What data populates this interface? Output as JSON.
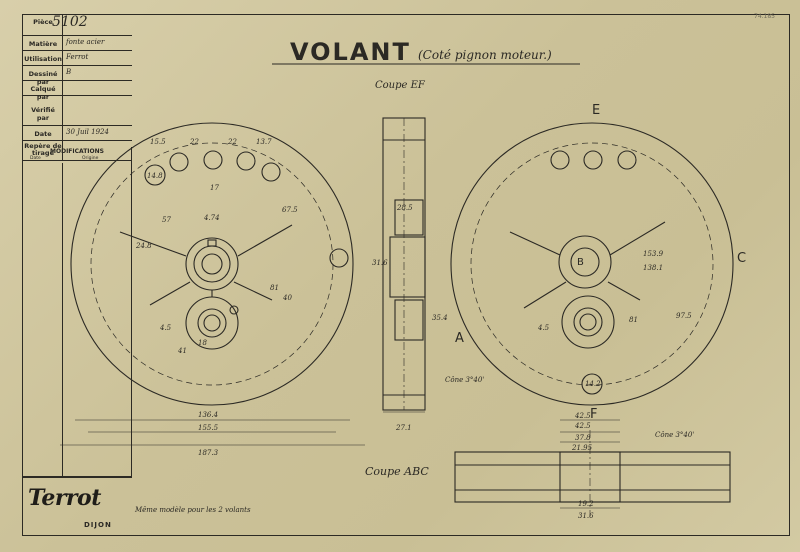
{
  "title_block": {
    "rows": [
      {
        "label": "Pièce",
        "value": ""
      },
      {
        "label": "Matière",
        "value": "fonte acier"
      },
      {
        "label": "Utilisation",
        "value": "Ferrot"
      },
      {
        "label": "Dessiné par",
        "value": "B"
      },
      {
        "label": "Calqué par",
        "value": ""
      },
      {
        "label": "Vérifié par",
        "value": ""
      },
      {
        "label": "Date",
        "value": "30 Juil 1924"
      },
      {
        "label": "Repère de tirage",
        "value": ""
      }
    ],
    "piece_number": "5102",
    "modifications_label": "MODIFICATIONS",
    "mod_date_label": "Date",
    "mod_origin_label": "Origine"
  },
  "logo": {
    "brand": "Terrot",
    "city": "DIJON"
  },
  "drawing": {
    "title": "VOLANT",
    "subtitle": "(Coté pignon moteur.)",
    "section_ef": "Coupe EF",
    "section_abc": "Coupe ABC",
    "note_bottom": "Même modèle pour les 2 volants",
    "corner_ref": "74.185",
    "letters": {
      "a": "A",
      "b": "B",
      "c": "C",
      "e": "E",
      "f": "F"
    },
    "left_dims": [
      "136.4",
      "155.5",
      "187.3",
      "15.5",
      "22",
      "22",
      "13.7",
      "17",
      "4.74",
      "57",
      "24.8",
      "81",
      "40",
      "67.5",
      "4.5",
      "41",
      "18",
      "14.8"
    ],
    "mid_dims": [
      "28.5",
      "27.1",
      "31.6",
      "35.4",
      "42.5",
      "Cône 3°40'"
    ],
    "right_dims": [
      "153.9",
      "138.1",
      "81",
      "97.5",
      "42.5",
      "37.8",
      "21.95",
      "19.2",
      "31.6",
      "Cône 3°40'",
      "14.2",
      "4.5"
    ]
  },
  "colors": {
    "paper": "#cfc59e",
    "ink": "#2b2924"
  }
}
